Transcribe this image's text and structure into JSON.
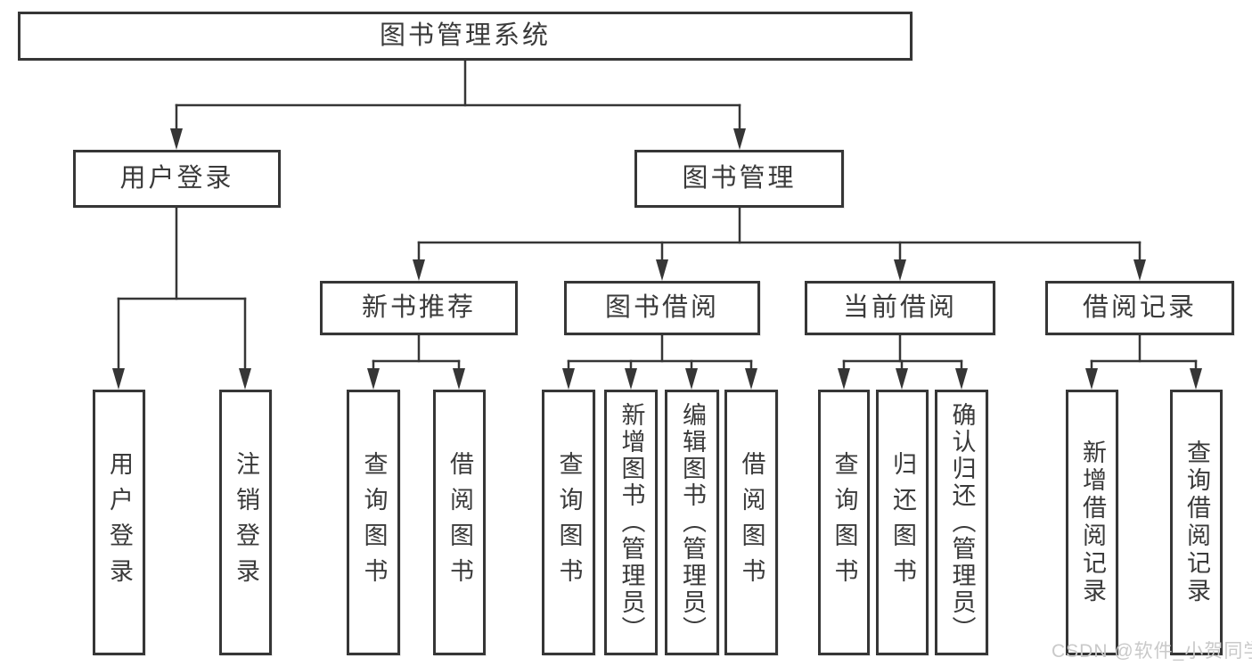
{
  "root": {
    "label": "图书管理系统"
  },
  "branches": [
    {
      "label": "用户登录",
      "children": [
        {
          "label": "用户登录"
        },
        {
          "label": "注销登录"
        }
      ]
    },
    {
      "label": "图书管理",
      "sections": [
        {
          "label": "新书推荐",
          "children": [
            {
              "label": "查询图书"
            },
            {
              "label": "借阅图书"
            }
          ]
        },
        {
          "label": "图书借阅",
          "children": [
            {
              "label": "查询图书"
            },
            {
              "label": "新增图书（管理员）"
            },
            {
              "label": "编辑图书（管理员）"
            },
            {
              "label": "借阅图书"
            }
          ]
        },
        {
          "label": "当前借阅",
          "children": [
            {
              "label": "查询图书"
            },
            {
              "label": "归还图书"
            },
            {
              "label": "确认归还（管理员）"
            }
          ]
        },
        {
          "label": "借阅记录",
          "children": [
            {
              "label": "新增借阅记录"
            },
            {
              "label": "查询借阅记录"
            }
          ]
        }
      ]
    }
  ],
  "watermark": "CSDN @软件_小贺同学",
  "colors": {
    "line": "#363636",
    "box_border": "#363636",
    "text": "#3a3a3a",
    "background": "#ffffff",
    "watermark_text": "#c9c9c9"
  }
}
